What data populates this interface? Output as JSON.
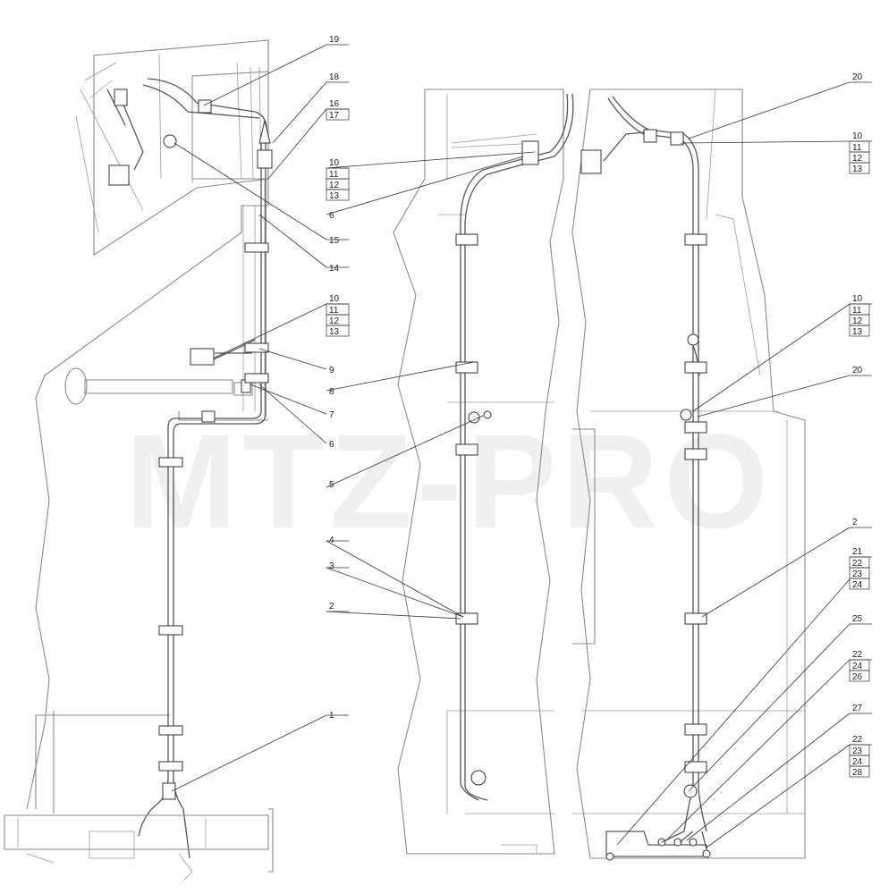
{
  "watermark": "MTZ-PRO",
  "callouts": [
    {
      "id": "c19",
      "lines": [
        "19"
      ]
    },
    {
      "id": "c18",
      "lines": [
        "18"
      ]
    },
    {
      "id": "c16",
      "lines": [
        "16",
        "17"
      ]
    },
    {
      "id": "c10a",
      "lines": [
        "10",
        "11",
        "12",
        "13"
      ]
    },
    {
      "id": "c6a",
      "lines": [
        "6"
      ]
    },
    {
      "id": "c15",
      "lines": [
        "15"
      ]
    },
    {
      "id": "c14",
      "lines": [
        "14"
      ]
    },
    {
      "id": "c10b",
      "lines": [
        "10",
        "11",
        "12",
        "13"
      ]
    },
    {
      "id": "c9",
      "lines": [
        "9"
      ]
    },
    {
      "id": "c8",
      "lines": [
        "8"
      ]
    },
    {
      "id": "c7",
      "lines": [
        "7"
      ]
    },
    {
      "id": "c6b",
      "lines": [
        "6"
      ]
    },
    {
      "id": "c5",
      "lines": [
        "5"
      ]
    },
    {
      "id": "c4",
      "lines": [
        "4"
      ]
    },
    {
      "id": "c3",
      "lines": [
        "3"
      ]
    },
    {
      "id": "c2a",
      "lines": [
        "2"
      ]
    },
    {
      "id": "c1",
      "lines": [
        "1"
      ]
    },
    {
      "id": "c20a",
      "lines": [
        "20"
      ]
    },
    {
      "id": "c10c",
      "lines": [
        "10",
        "11",
        "12",
        "13"
      ]
    },
    {
      "id": "c10d",
      "lines": [
        "10",
        "11",
        "12",
        "13"
      ]
    },
    {
      "id": "c20b",
      "lines": [
        "20"
      ]
    },
    {
      "id": "c2b",
      "lines": [
        "2"
      ]
    },
    {
      "id": "c21",
      "lines": [
        "21",
        "22",
        "23",
        "24"
      ]
    },
    {
      "id": "c25",
      "lines": [
        "25"
      ]
    },
    {
      "id": "c22a",
      "lines": [
        "22",
        "24",
        "26"
      ]
    },
    {
      "id": "c27",
      "lines": [
        "27"
      ]
    },
    {
      "id": "c22b",
      "lines": [
        "22",
        "23",
        "24",
        "28"
      ]
    }
  ]
}
